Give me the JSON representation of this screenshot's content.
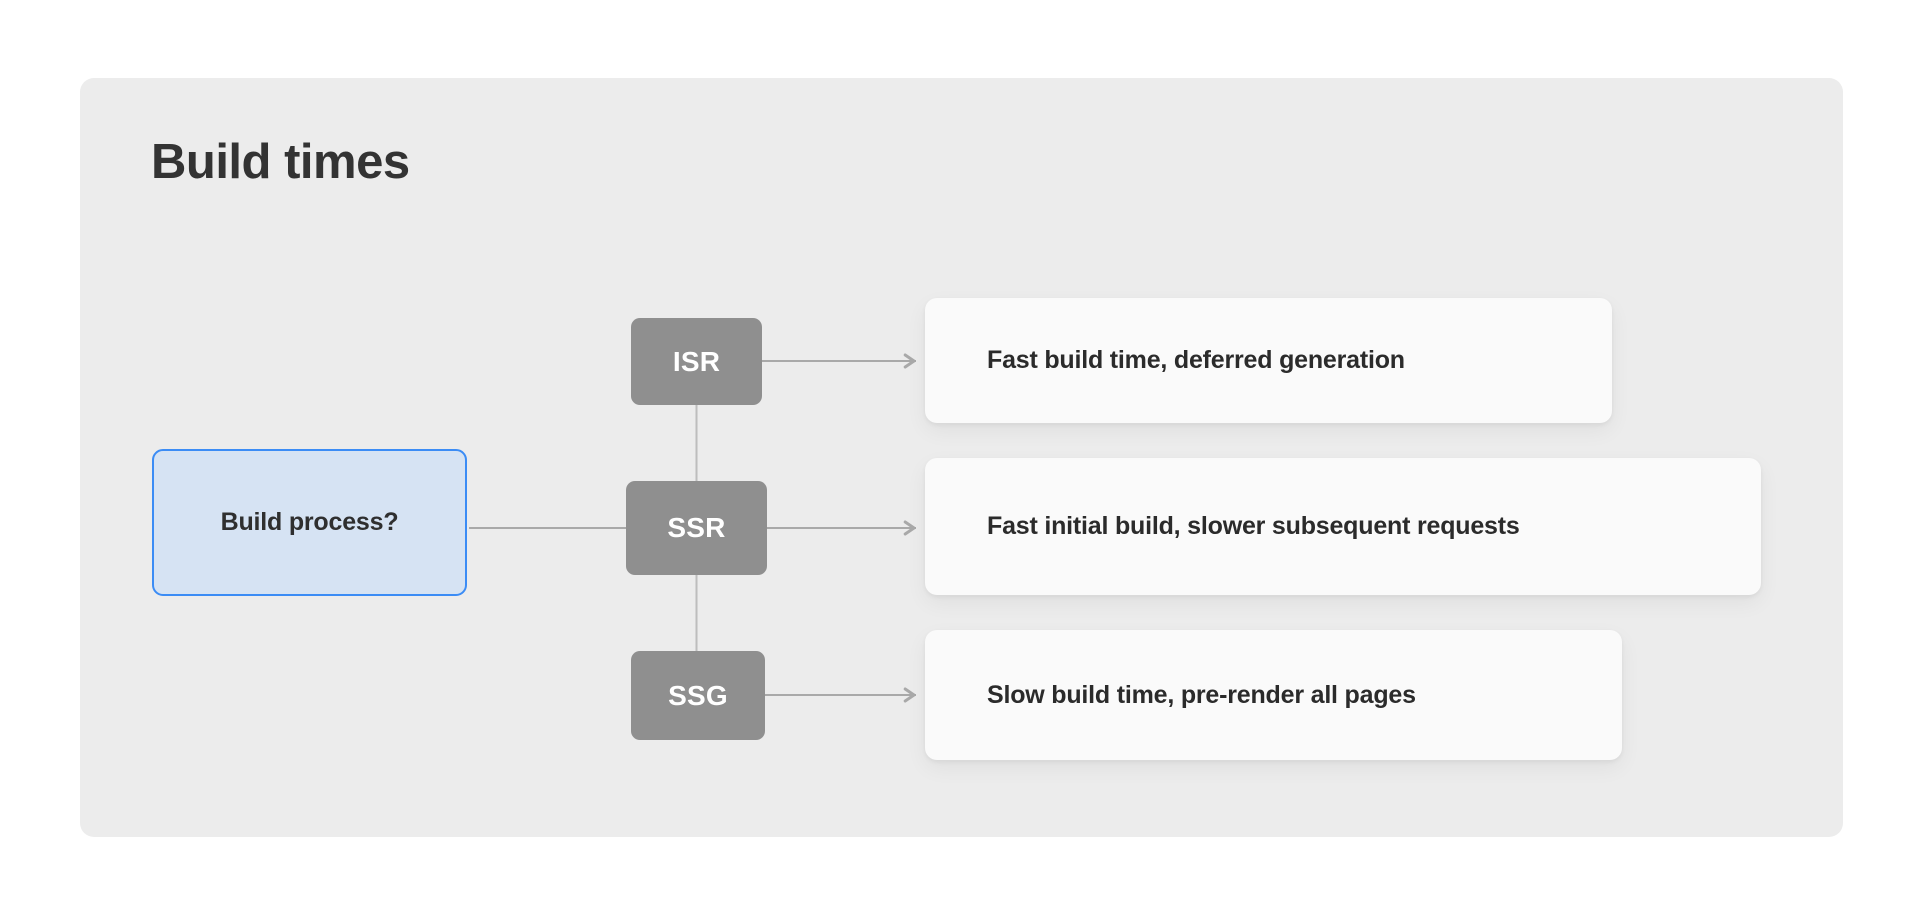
{
  "panel": {
    "title": "Build times"
  },
  "diagram": {
    "question": {
      "id": "build-process",
      "label": "Build process?"
    },
    "branches": [
      {
        "id": "isr",
        "strategy": "ISR",
        "outcome": "Fast build time, deferred generation"
      },
      {
        "id": "ssr",
        "strategy": "SSR",
        "outcome": "Fast initial build, slower subsequent requests"
      },
      {
        "id": "ssg",
        "strategy": "SSG",
        "outcome": "Slow build time, pre-render all pages"
      }
    ]
  },
  "colors": {
    "page_background": "#ffffff",
    "panel_background": "#ececec",
    "question_fill": "#d6e3f3",
    "question_border": "#3b8cf5",
    "strategy_fill": "#8f8f8f",
    "strategy_text": "#ffffff",
    "outcome_fill": "#fafafa",
    "title_text": "#333333",
    "edge_line": "#a9a9a9"
  },
  "icons": {
    "arrow": "arrow-right-icon"
  }
}
